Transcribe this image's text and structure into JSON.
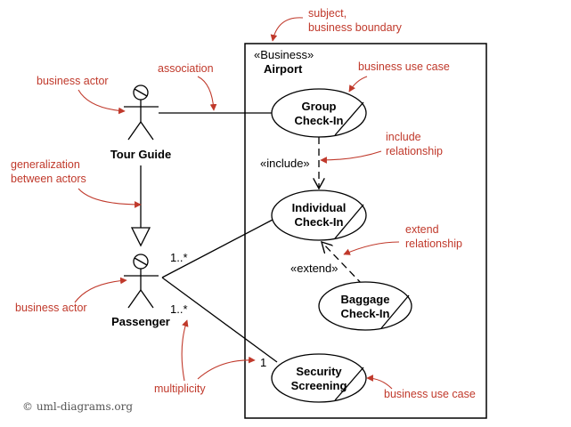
{
  "subject": {
    "stereotype": "«Business»",
    "name": "Airport"
  },
  "actors": {
    "tour_guide": "Tour Guide",
    "passenger": "Passenger"
  },
  "use_cases": {
    "group_checkin": [
      "Group",
      "Check-In"
    ],
    "individual_checkin": [
      "Individual",
      "Check-In"
    ],
    "baggage_checkin": [
      "Baggage",
      "Check-In"
    ],
    "security_screening": [
      "Security",
      "Screening"
    ]
  },
  "relationships": {
    "include_label": "«include»",
    "extend_label": "«extend»",
    "mult_passenger_individual": "1..*",
    "mult_passenger_security": "1..*",
    "mult_security": "1"
  },
  "annotations": {
    "subject_boundary": [
      "subject,",
      "business boundary"
    ],
    "business_use_case_top": "business use case",
    "association": "association",
    "business_actor_top": "business actor",
    "generalization": [
      "generalization",
      "between actors"
    ],
    "include_relationship": [
      "include",
      "relationship"
    ],
    "extend_relationship": [
      "extend",
      "relationship"
    ],
    "business_actor_bottom": "business actor",
    "multiplicity": "multiplicity",
    "business_use_case_bottom": "business use case"
  },
  "copyright": "© uml-diagrams.org",
  "colors": {
    "annotation": "#c0392b",
    "line": "#000000"
  }
}
